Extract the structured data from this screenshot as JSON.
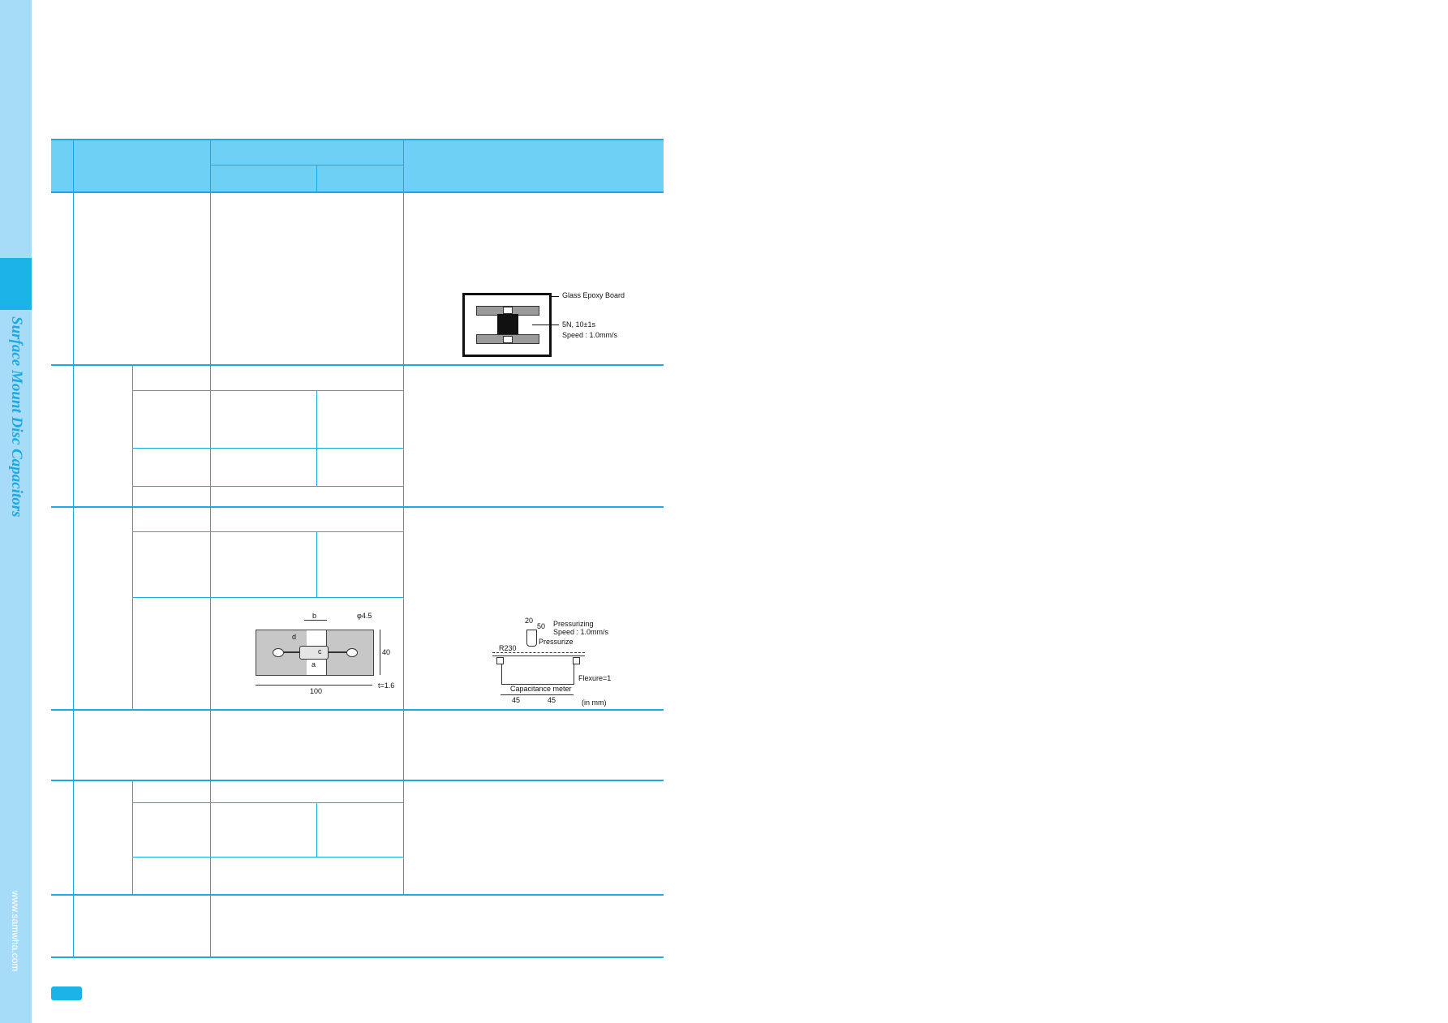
{
  "sidebar": {
    "title": "Surface Mount Disc Capacitors",
    "url": "www.samwha.com"
  },
  "figures": {
    "adhesion": {
      "label_board": "Glass Epoxy Board",
      "label_force": "5N, 10±1s",
      "label_speed": "Speed : 1.0mm/s"
    },
    "test_board": {
      "label_b": "b",
      "label_phi": "φ4.5",
      "label_d": "d",
      "label_c": "c",
      "label_a": "a",
      "label_40": "40",
      "label_100": "100",
      "label_t": "t=1.6"
    },
    "bending": {
      "label_20": "20",
      "label_50": "50",
      "label_pressurizing": "Pressurizing",
      "label_speed": "Speed : 1.0mm/s",
      "label_pressurize": "Pressurize",
      "label_r230": "R230",
      "label_flexure": "Flexure=1",
      "label_cap_meter": "Capacitance meter",
      "label_45a": "45",
      "label_45b": "45",
      "label_unit": "(in mm)"
    }
  }
}
